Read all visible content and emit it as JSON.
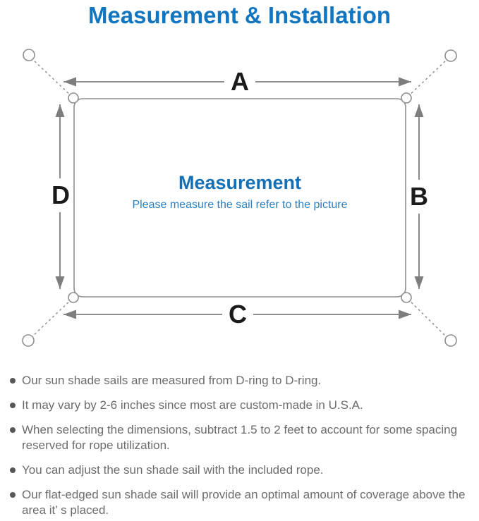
{
  "page": {
    "title": "Measurement & Installation",
    "title_color": "#1275bf",
    "background_color": "#ffffff"
  },
  "diagram": {
    "center_title": "Measurement",
    "center_subtitle": "Please measure the sail refer to the picture",
    "center_title_color": "#1370b7",
    "center_subtitle_color": "#2b80c2",
    "labels": {
      "top": "A",
      "right": "B",
      "bottom": "C",
      "left": "D"
    },
    "label_color": "#1b1b1b",
    "line_color": "#8e8e8e",
    "arrow_color": "#7e7e7e",
    "icons": [
      "d-ring-corner-icon",
      "anchor-point-icon",
      "rope-dashed-line",
      "double-arrow"
    ]
  },
  "notes": {
    "text_color": "#6c6c6c",
    "bullet_color": "#575757",
    "items": [
      "Our sun shade sails are measured from D-ring to D-ring.",
      "It may vary by 2-6 inches since most are custom-made in U.S.A.",
      "When selecting the dimensions, subtract 1.5 to 2 feet to account for some spacing reserved for rope utilization.",
      "You can adjust the sun shade sail with the included rope.",
      "Our flat-edged sun shade sail will provide an optimal amount of coverage above the area it’ s placed."
    ]
  }
}
